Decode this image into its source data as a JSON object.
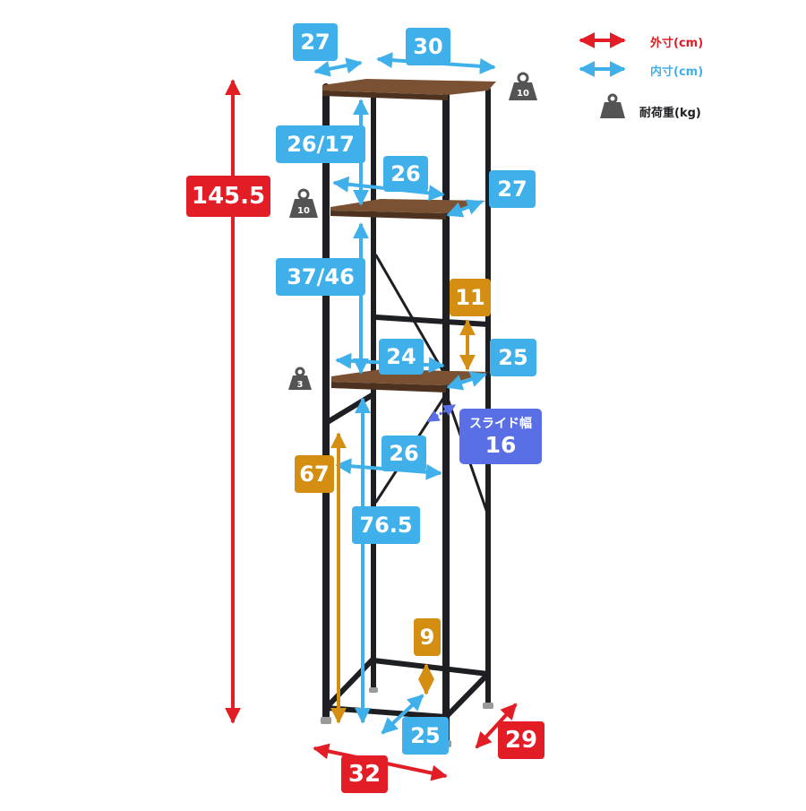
{
  "legend": {
    "outer_label": "外寸(cm)",
    "inner_label": "内寸(cm)",
    "load_label": "耐荷重(kg)",
    "outer_color": "#e21d25",
    "inner_color": "#3fb0ea",
    "load_icon": "weight-icon"
  },
  "outer": {
    "height": "145.5",
    "width": "32",
    "depth": "29"
  },
  "inner": {
    "top_depth": "27",
    "top_width": "30",
    "upper_gap": "26/17",
    "upper_shelf_width": "26",
    "upper_shelf_depth": "27",
    "middle_gap": "37/46",
    "slide_shelf_width": "24",
    "slide_shelf_depth": "25",
    "lower_width": "26",
    "lower_height": "76.5",
    "bottom_depth": "25"
  },
  "clearance": {
    "shelf_to_bar": "11",
    "lower_height": "67",
    "floor_to_bar": "9"
  },
  "slide": {
    "label": "スライド幅",
    "value": "16"
  },
  "loads": {
    "top": "10",
    "upper": "10",
    "slide": "3"
  },
  "colors": {
    "frame": "#1e1f22",
    "wood": "#7a5233",
    "clearance": "#d48f12",
    "slide": "#5a6fe6"
  }
}
